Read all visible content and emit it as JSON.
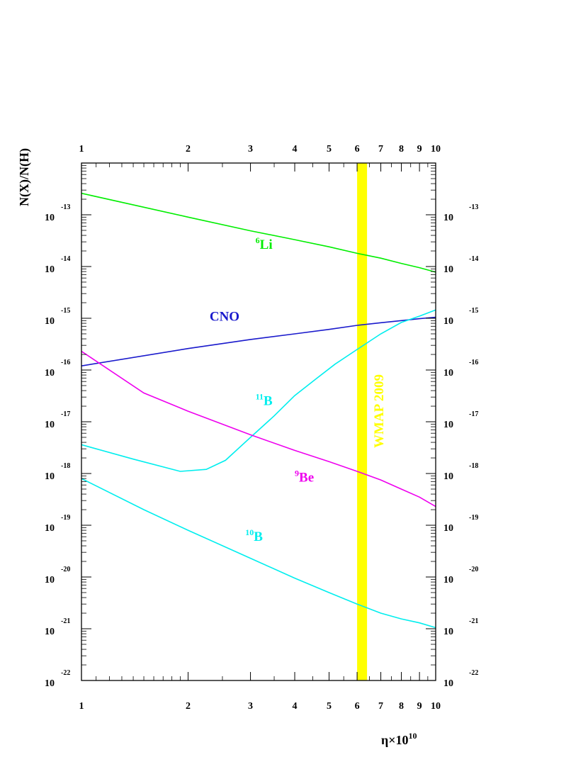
{
  "chart_data": {
    "type": "line",
    "title": "",
    "xlabel": "η×10",
    "xlabel_exponent": "10",
    "ylabel": "N(X)/N(H)",
    "xscale": "log",
    "yscale": "log",
    "xlim": [
      1,
      10
    ],
    "ylim": [
      1e-22,
      1e-12
    ],
    "grid": false,
    "x_tick_labels": [
      "1",
      "2",
      "3",
      "4",
      "5",
      "6",
      "7",
      "8",
      "9",
      "10"
    ],
    "y_tick_labels": [
      {
        "base": "10",
        "exp": "-13",
        "value": 1e-13
      },
      {
        "base": "10",
        "exp": "-14",
        "value": 1e-14
      },
      {
        "base": "10",
        "exp": "-15",
        "value": 1e-15
      },
      {
        "base": "10",
        "exp": "-16",
        "value": 1e-16
      },
      {
        "base": "10",
        "exp": "-17",
        "value": 1e-17
      },
      {
        "base": "10",
        "exp": "-18",
        "value": 1e-18
      },
      {
        "base": "10",
        "exp": "-19",
        "value": 1e-19
      },
      {
        "base": "10",
        "exp": "-20",
        "value": 1e-20
      },
      {
        "base": "10",
        "exp": "-21",
        "value": 1e-21
      },
      {
        "base": "10",
        "exp": "-22",
        "value": 1e-22
      }
    ],
    "band": {
      "label": "WMAP 2009",
      "xmin": 6.0,
      "xmax": 6.4,
      "color": "#ffff00"
    },
    "series": [
      {
        "label_sup": "6",
        "label_main": "Li",
        "color": "#00ee00",
        "label_at": [
          3.1,
          2.2e-14
        ],
        "x": [
          1,
          2,
          3,
          4,
          5,
          6,
          7,
          8,
          9,
          10
        ],
        "y": [
          2.6e-13,
          9e-14,
          4.9e-14,
          3.3e-14,
          2.4e-14,
          1.8e-14,
          1.45e-14,
          1.15e-14,
          9.5e-15,
          7.8e-15
        ]
      },
      {
        "label_sup": "",
        "label_main": "CNO",
        "color": "#1a1acc",
        "label_at": [
          2.3,
          9e-16
        ],
        "x": [
          1,
          2,
          3,
          4,
          5,
          6,
          7,
          8,
          9,
          10
        ],
        "y": [
          1.2e-16,
          2.6e-16,
          3.9e-16,
          5e-16,
          6.1e-16,
          7.3e-16,
          8.2e-16,
          9e-16,
          9.8e-16,
          1.05e-15
        ]
      },
      {
        "label_sup": "11",
        "label_main": "B",
        "color": "#00eeee",
        "label_at": [
          3.1,
          2.1e-17
        ],
        "x": [
          1,
          1.4,
          1.9,
          2.25,
          2.55,
          3.0,
          3.5,
          4.0,
          4.6,
          5.2,
          6.0,
          7.0,
          8.0,
          9.0,
          10
        ],
        "y": [
          3.6e-18,
          1.9e-18,
          1.1e-18,
          1.2e-18,
          1.8e-18,
          5e-18,
          1.3e-17,
          3.2e-17,
          6.8e-17,
          1.3e-16,
          2.5e-16,
          5e-16,
          8.3e-16,
          1.1e-15,
          1.45e-15
        ]
      },
      {
        "label_sup": "9",
        "label_main": "Be",
        "color": "#ee00ee",
        "label_at": [
          4.0,
          7e-19
        ],
        "x": [
          1,
          1.5,
          2,
          3,
          4,
          5,
          6,
          7,
          8,
          9,
          10
        ],
        "y": [
          2.3e-16,
          3.6e-17,
          1.6e-17,
          5.6e-18,
          2.8e-18,
          1.7e-18,
          1.1e-18,
          7.5e-19,
          5e-19,
          3.5e-19,
          2.3e-19
        ]
      },
      {
        "label_sup": "10",
        "label_main": "B",
        "color": "#00eeee",
        "label_at": [
          2.9,
          5e-20
        ],
        "x": [
          1,
          1.5,
          2,
          3,
          4,
          5,
          6,
          7,
          8,
          9,
          10
        ],
        "y": [
          8e-19,
          2e-19,
          8e-20,
          2.3e-20,
          9.5e-21,
          5e-21,
          3e-21,
          2e-21,
          1.55e-21,
          1.3e-21,
          1.05e-21
        ]
      }
    ]
  }
}
